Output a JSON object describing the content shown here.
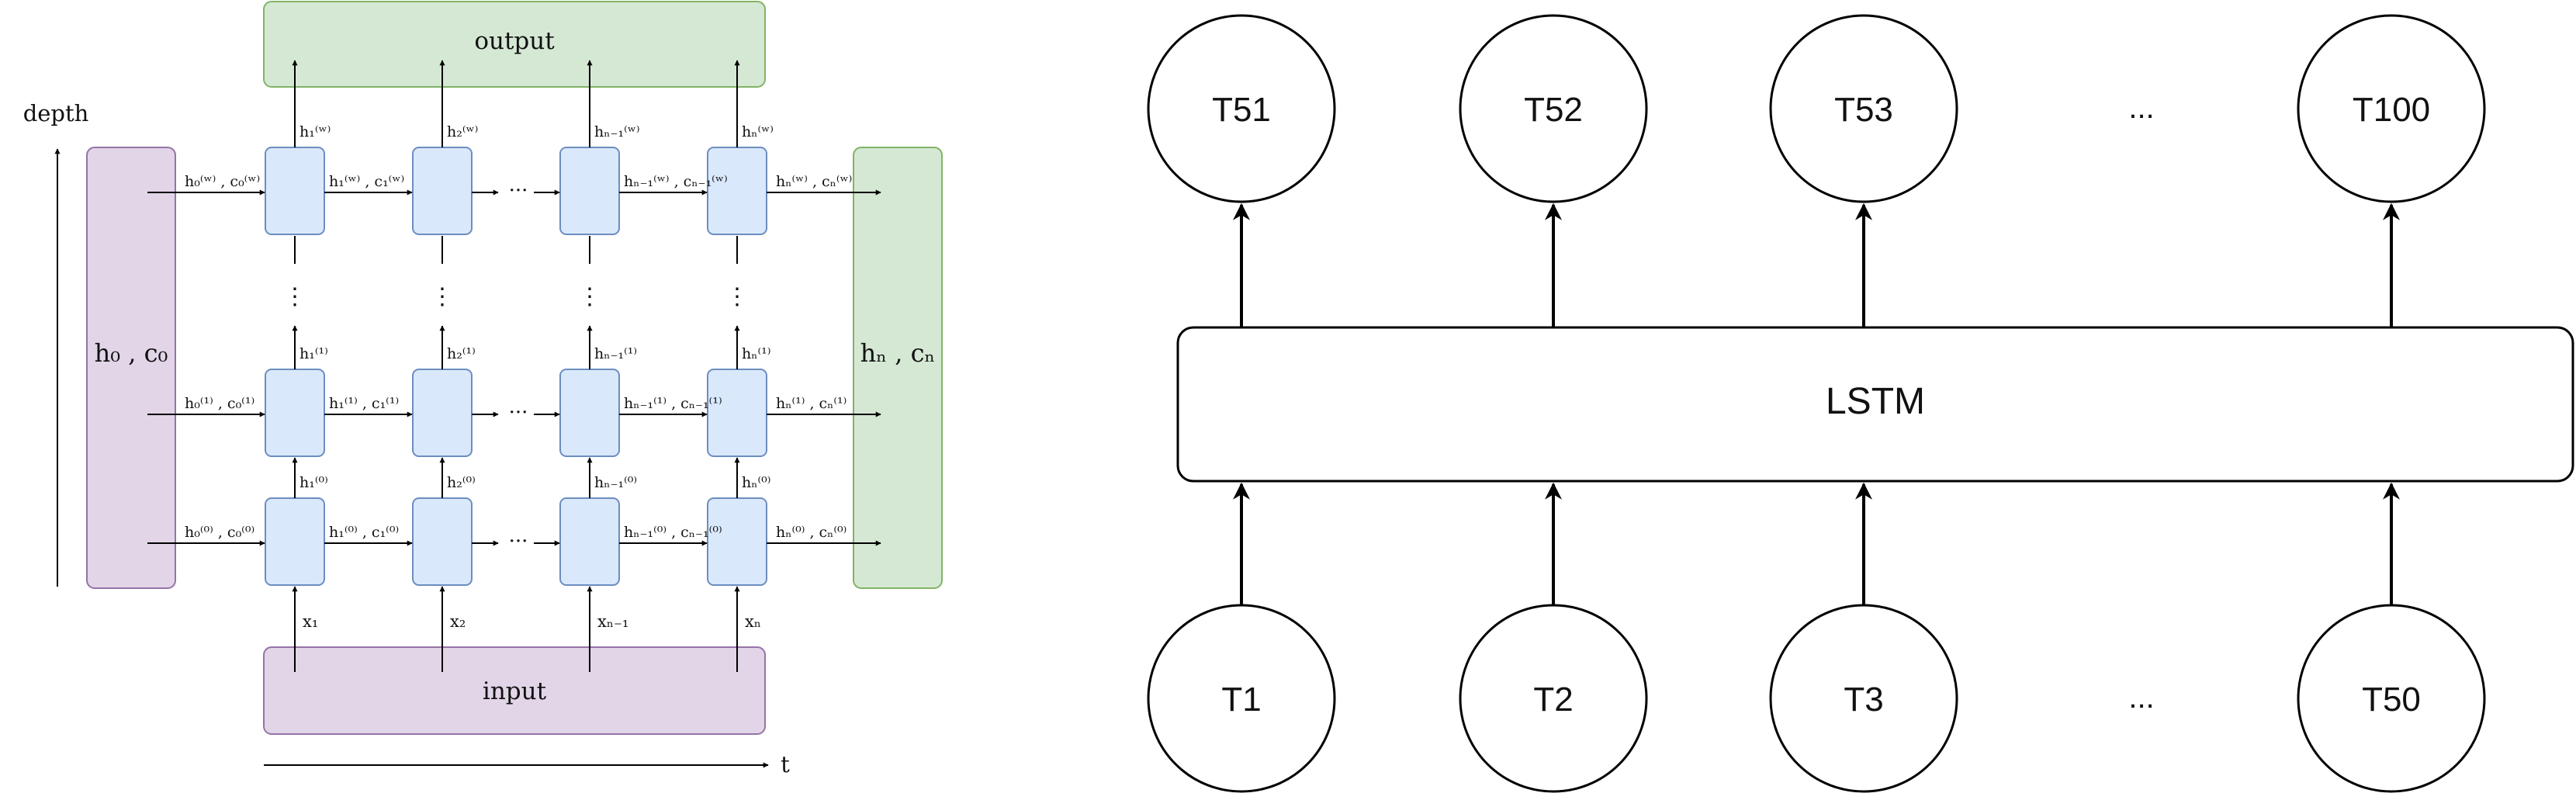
{
  "left": {
    "output_label": "output",
    "input_label": "input",
    "depth_label": "depth",
    "time_label": "t",
    "initial_state_label": "h₀ , c₀",
    "final_state_label": "hₙ , cₙ",
    "vertical_ellipsis": "⋮",
    "horizontal_ellipsis": "···",
    "inputs": [
      "x₁",
      "x₂",
      "xₙ₋₁",
      "xₙ"
    ],
    "layers": [
      {
        "ups": [
          "h₁⁽⁰⁾",
          "h₂⁽⁰⁾",
          "hₙ₋₁⁽⁰⁾",
          "hₙ⁽⁰⁾"
        ],
        "states": [
          "h₀⁽⁰⁾ , c₀⁽⁰⁾",
          "h₁⁽⁰⁾ , c₁⁽⁰⁾",
          "hₙ₋₁⁽⁰⁾ , cₙ₋₁⁽⁰⁾",
          "hₙ⁽⁰⁾ , cₙ⁽⁰⁾"
        ]
      },
      {
        "ups": [
          "h₁⁽¹⁾",
          "h₂⁽¹⁾",
          "hₙ₋₁⁽¹⁾",
          "hₙ⁽¹⁾"
        ],
        "states": [
          "h₀⁽¹⁾ , c₀⁽¹⁾",
          "h₁⁽¹⁾ , c₁⁽¹⁾",
          "hₙ₋₁⁽¹⁾ , cₙ₋₁⁽¹⁾",
          "hₙ⁽¹⁾ , cₙ⁽¹⁾"
        ]
      },
      {
        "ups": [
          "h₁⁽ʷ⁾",
          "h₂⁽ʷ⁾",
          "hₙ₋₁⁽ʷ⁾",
          "hₙ⁽ʷ⁾"
        ],
        "states": [
          "h₀⁽ʷ⁾ , c₀⁽ʷ⁾",
          "h₁⁽ʷ⁾ , c₁⁽ʷ⁾",
          "hₙ₋₁⁽ʷ⁾ , cₙ₋₁⁽ʷ⁾",
          "hₙ⁽ʷ⁾ , cₙ⁽ʷ⁾"
        ]
      }
    ],
    "colors": {
      "purple": "#e1d5e7",
      "purple_border": "#9673a6",
      "green": "#d5e8d4",
      "green_border": "#82b366",
      "blue": "#dae8fc",
      "blue_border": "#6c8ebf"
    }
  },
  "right": {
    "lstm_label": "LSTM",
    "top_nodes": [
      "T51",
      "T52",
      "T53",
      "...",
      "T100"
    ],
    "bottom_nodes": [
      "T1",
      "T2",
      "T3",
      "...",
      "T50"
    ]
  }
}
